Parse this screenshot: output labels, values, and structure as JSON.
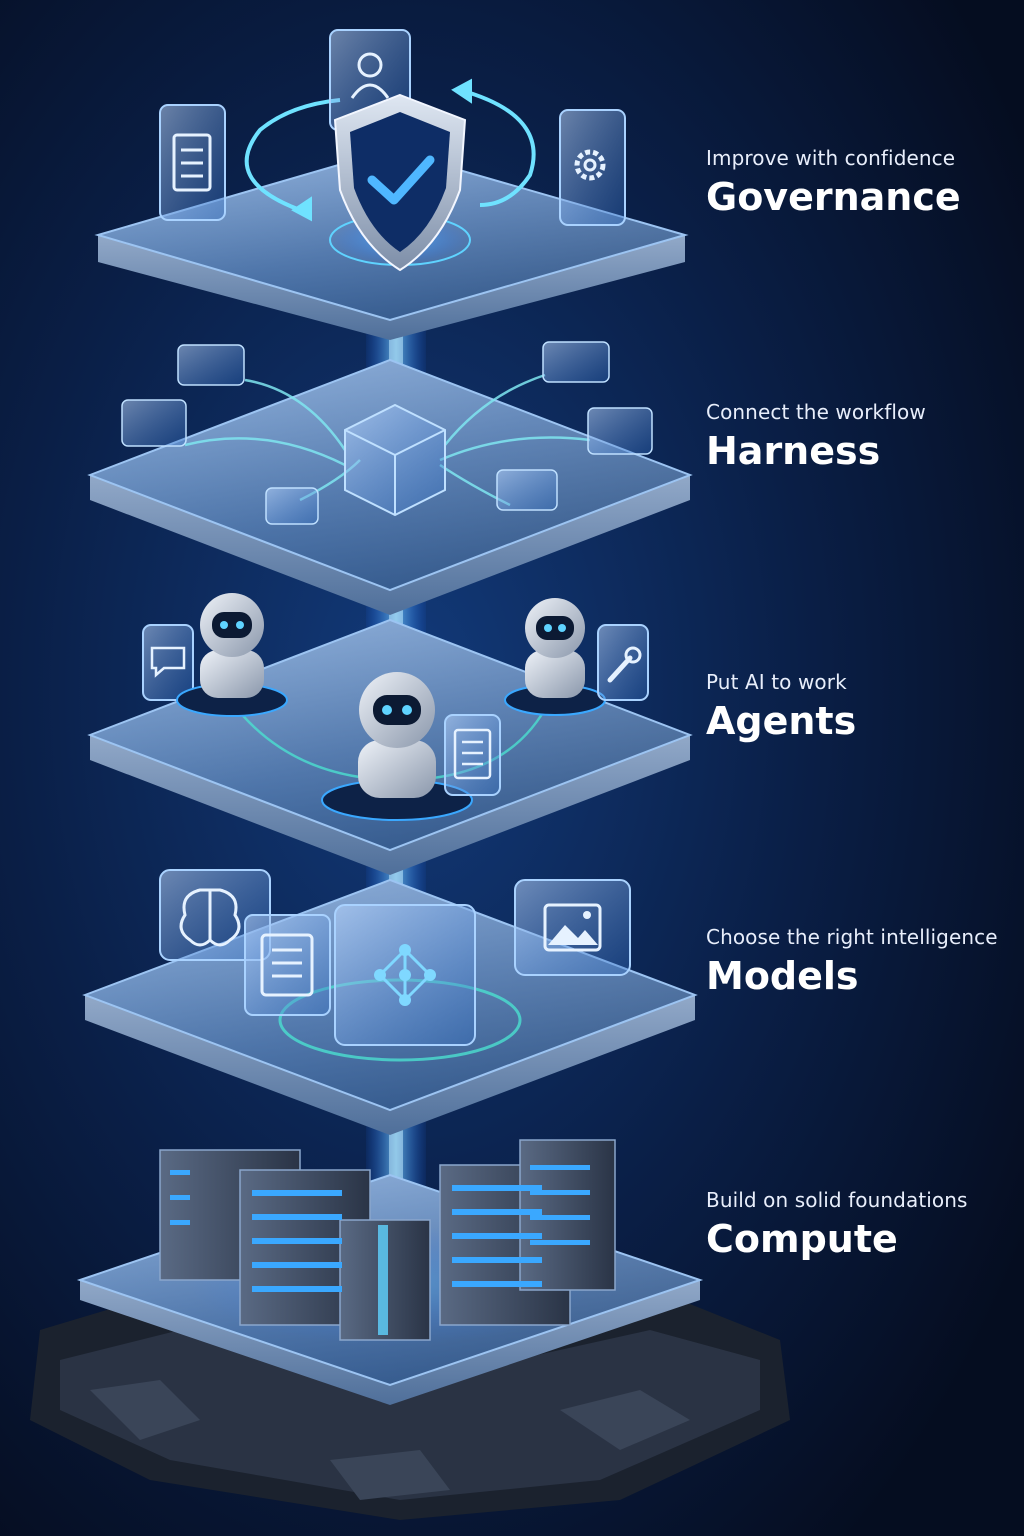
{
  "layers": [
    {
      "subtitle": "Improve with confidence",
      "title": "Governance",
      "icons": [
        "user-icon",
        "document-icon",
        "gear-icon",
        "shield-check-icon",
        "cycle-arrows-icon"
      ]
    },
    {
      "subtitle": "Connect the workflow",
      "title": "Harness",
      "icons": [
        "central-hub-cube-icon",
        "connector-cube-icon"
      ]
    },
    {
      "subtitle": "Put AI to work",
      "title": "Agents",
      "icons": [
        "robot-icon",
        "chat-icon",
        "wrench-icon",
        "document-icon"
      ]
    },
    {
      "subtitle": "Choose the right intelligence",
      "title": "Models",
      "icons": [
        "brain-icon",
        "document-icon",
        "network-graph-icon",
        "image-icon"
      ]
    },
    {
      "subtitle": "Build on solid foundations",
      "title": "Compute",
      "icons": [
        "server-rack-icon"
      ]
    }
  ],
  "colors": {
    "background": "#07142e",
    "glow": "#3aa8ff",
    "accent": "#5fd3ff",
    "platform": "#1c3b6b",
    "text": "#ffffff"
  }
}
